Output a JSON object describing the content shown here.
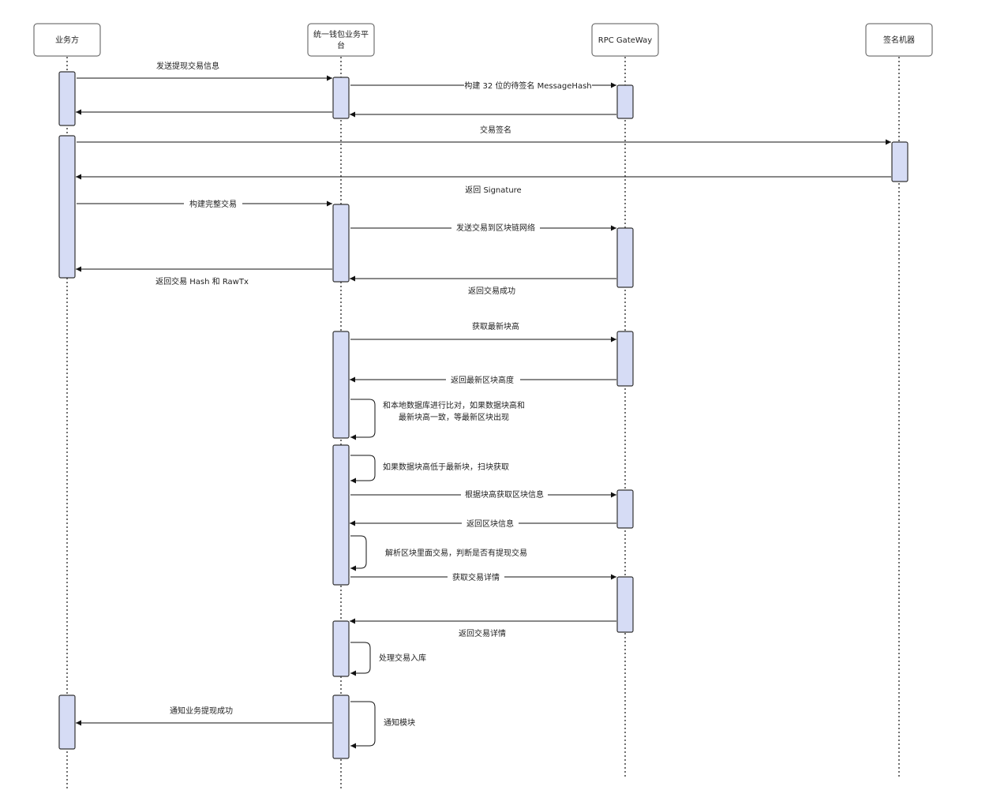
{
  "actors": {
    "biz": "业务方",
    "wallet_line1": "统一钱包业务平",
    "wallet_line2": "台",
    "rpc": "RPC GateWay",
    "signer": "签名机器"
  },
  "messages": {
    "send_withdraw_info": "发送提现交易信息",
    "build_msg_hash": "构建 32 位的待签名 MessageHash",
    "sign_tx": "交易签名",
    "return_signature": "返回 Signature",
    "build_full_tx": "构建完整交易",
    "send_tx_to_chain": "发送交易到区块链网络",
    "return_hash_rawtx": "返回交易 Hash 和 RawTx",
    "return_tx_success": "返回交易成功",
    "get_latest_block": "获取最新块高",
    "return_latest_block": "返回最新区块高度",
    "compare_db_line1": "和本地数据库进行比对，如果数据块高和",
    "compare_db_line2": "最新块高一致，等最新区块出现",
    "scan_blocks": "如果数据块高低于最新块，扫块获取",
    "get_block_info": "根据块高获取区块信息",
    "return_block_info": "返回区块信息",
    "parse_block": "解析区块里面交易，判断是否有提现交易",
    "get_tx_detail": "获取交易详情",
    "return_tx_detail": "返回交易详情",
    "store_tx": "处理交易入库",
    "notify_biz": "通知业务提现成功",
    "notify_module": "通知模块"
  }
}
